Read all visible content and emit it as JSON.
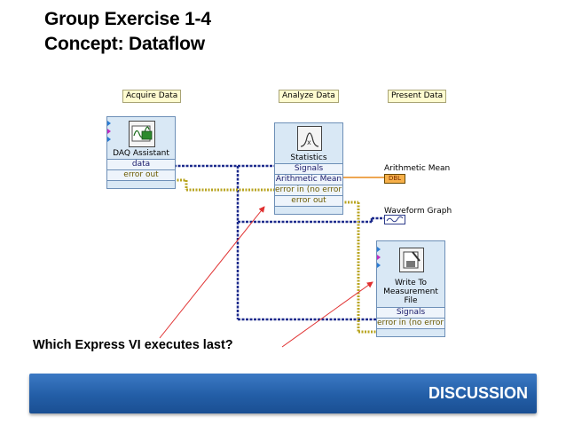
{
  "title_line1": "Group Exercise 1-4",
  "title_line2": "Concept: Dataflow",
  "labels": {
    "acquire": "Acquire Data",
    "analyze": "Analyze Data",
    "present": "Present Data"
  },
  "daq": {
    "name": "DAQ Assistant",
    "out_data": "data",
    "out_error": "error out"
  },
  "stats": {
    "name": "Statistics",
    "in_signals": "Signals",
    "out_mean": "Arithmetic Mean",
    "in_error": "error in (no error)",
    "out_error": "error out"
  },
  "indicators": {
    "mean": "Arithmetic Mean",
    "mean_term": "DBL",
    "graph": "Waveform Graph"
  },
  "write": {
    "name_line1": "Write To",
    "name_line2": "Measurement",
    "name_line3": "File",
    "in_signals": "Signals",
    "in_error": "error in (no error)"
  },
  "question": "Which Express VI executes last?",
  "banner": "DISCUSSION",
  "colors": {
    "dataWire": "#1c2a8c",
    "errorWire": "#b8a420",
    "arrow": "#e03030",
    "banner": "#235ea7"
  }
}
